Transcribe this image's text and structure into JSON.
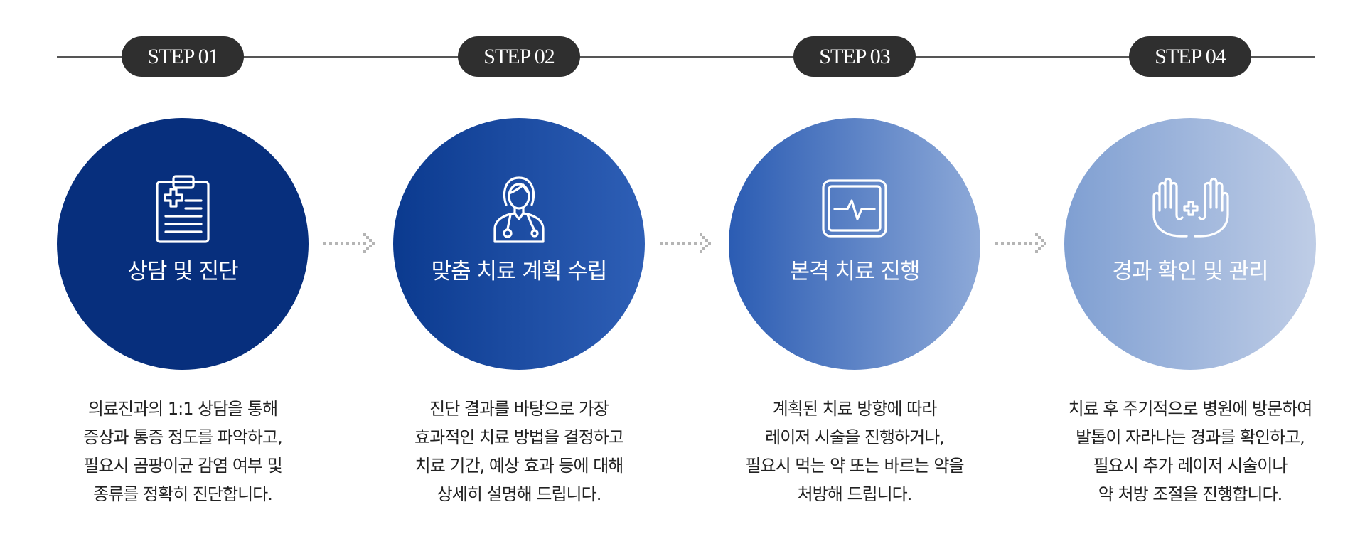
{
  "steps": [
    {
      "badge": "STEP 01",
      "icon": "clipboard-medical-icon",
      "title": "상담 및 진단",
      "description": [
        "의료진과의 1:1 상담을 통해",
        "증상과 통증 정도를 파악하고,",
        "필요시 곰팡이균 감염 여부 및",
        "종류를 정확히 진단합니다."
      ]
    },
    {
      "badge": "STEP 02",
      "icon": "doctor-icon",
      "title": "맞춤 치료 계획 수립",
      "description": [
        "진단 결과를 바탕으로 가장",
        "효과적인 치료 방법을 결정하고",
        "치료 기간, 예상 효과 등에 대해",
        "상세히 설명해 드립니다."
      ]
    },
    {
      "badge": "STEP 03",
      "icon": "heart-monitor-icon",
      "title": "본격 치료 진행",
      "description": [
        "계획된 치료 방향에 따라",
        "레이저 시술을 진행하거나,",
        "필요시 먹는 약 또는 바르는 약을",
        "처방해 드립니다."
      ]
    },
    {
      "badge": "STEP 04",
      "icon": "caring-hands-icon",
      "title": "경과 확인 및 관리",
      "description": [
        "치료 후 주기적으로 병원에 방문하여",
        "발톱이 자라나는 경과를 확인하고,",
        "필요시 추가 레이저 시술이나",
        "약 처방 조절을 진행합니다."
      ]
    }
  ],
  "colors": {
    "badge_bg": "#2f2f2f",
    "circle_1": "#072f7d",
    "circle_2": "#2e5fb6",
    "circle_3": "#8da9d8",
    "circle_4": "#bfcde6",
    "arrow": "#b5b5b5"
  }
}
